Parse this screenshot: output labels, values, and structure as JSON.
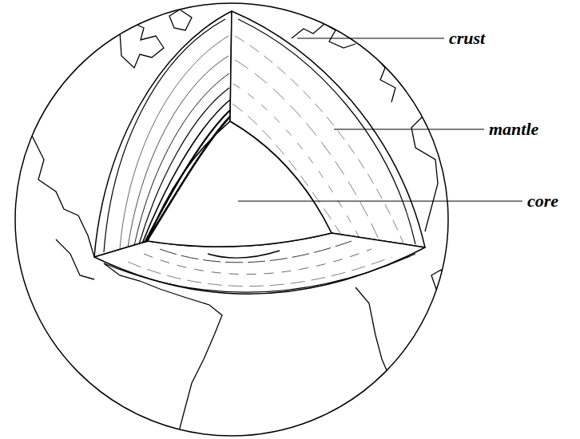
{
  "diagram": {
    "labels": [
      "crust",
      "mantle",
      "core"
    ]
  }
}
